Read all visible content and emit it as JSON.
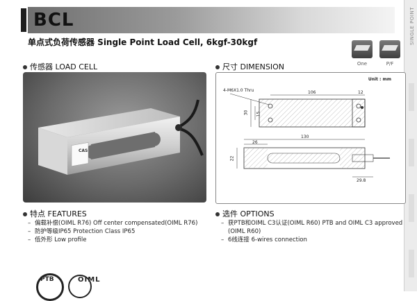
{
  "header": {
    "model": "BCL",
    "subtitle": "单点式负荷传感器 Single Point Load Cell, 6kgf-30kgf",
    "side_label": "SINGLE POINT"
  },
  "types": [
    {
      "label": "One"
    },
    {
      "label": "P/F"
    }
  ],
  "sections": {
    "load_cell": "传感器 LOAD CELL",
    "dimension": "尺寸 DIMENSION",
    "features": "特点 FEATURES",
    "options": "选件 OPTIONS"
  },
  "drawing": {
    "unit": "Unit : mm",
    "thread_note": "4-M6X1.0 Thru",
    "dims": {
      "len_top": "106",
      "end_gap": "12",
      "height_30": "30",
      "height_15": "15",
      "len_130": "130",
      "len_26": "26",
      "height_22": "22",
      "len_29_8": "29.8"
    }
  },
  "photo": {
    "label_tag": "CAS"
  },
  "features": [
    "偏载补偿(OIML R76)  Off center compensated(OIML R76)",
    "防护等级IP65  Protection Class IP65",
    "低外形  Low profile"
  ],
  "options": [
    "获PTB和OIML C3认证(OIML R60)  PTB and OIML C3 approved",
    "(OIML R60)",
    "6线连接  6-wires connection"
  ],
  "certs": [
    "PTB",
    "OIML"
  ]
}
